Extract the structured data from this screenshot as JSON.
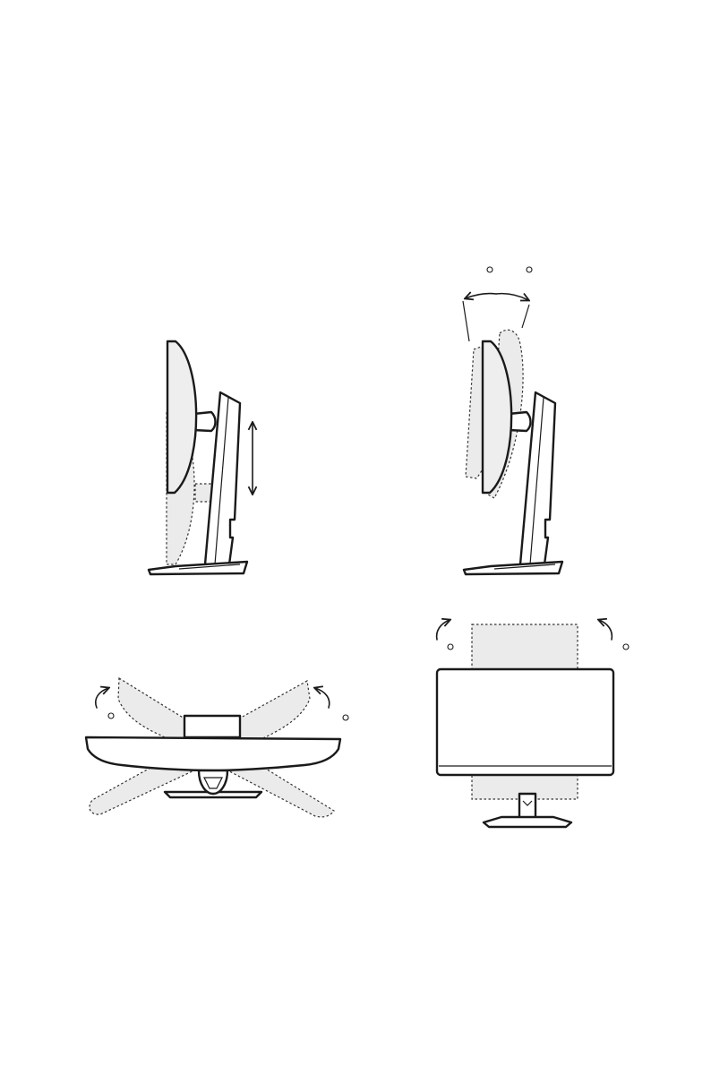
{
  "figures": [
    {
      "id": "height-adjustment",
      "symbol": ""
    },
    {
      "id": "tilt-adjustment",
      "symbol": "o o"
    },
    {
      "id": "swivel-adjustment",
      "symbol": "o o"
    },
    {
      "id": "pivot-adjustment",
      "symbol": "o o"
    }
  ],
  "colors": {
    "line": "#1a1a1a",
    "ghost_fill": "#ebebeb",
    "screen_fill": "#eeeeee",
    "background": "#ffffff"
  }
}
